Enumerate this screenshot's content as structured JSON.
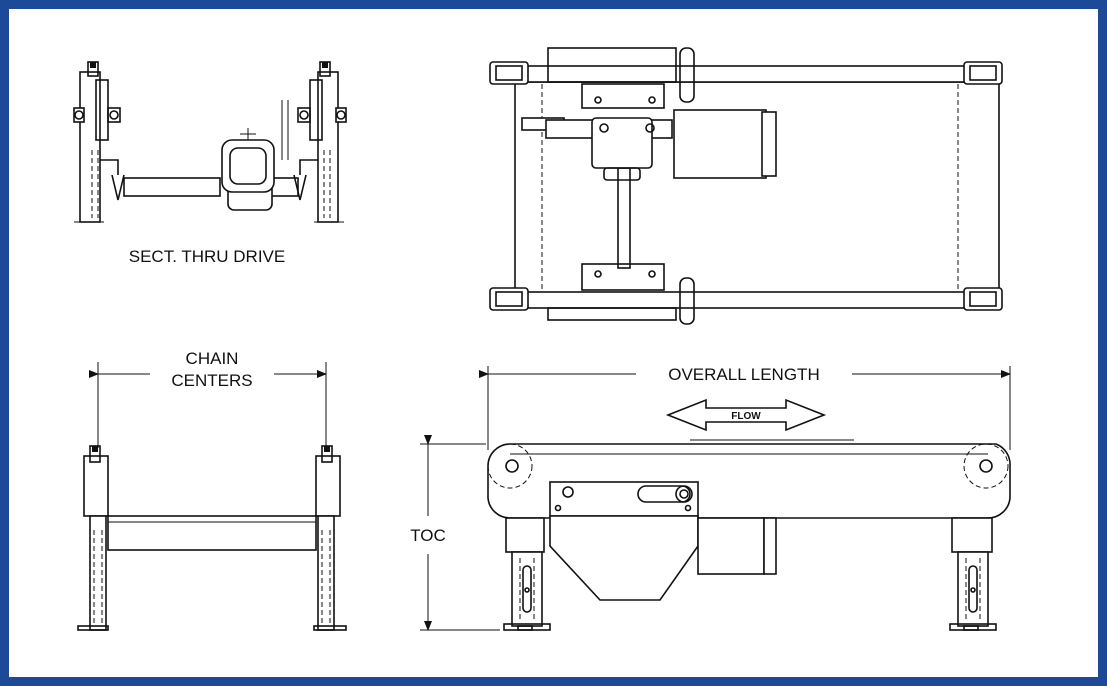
{
  "labels": {
    "section_title": "SECT. THRU DRIVE",
    "chain_centers_line1": "CHAIN",
    "chain_centers_line2": "CENTERS",
    "overall_length": "OVERALL LENGTH",
    "flow": "FLOW",
    "toc": "TOC"
  },
  "colors": {
    "frame_border": "#1d4a98",
    "background": "#ffffff",
    "line": "#111111"
  }
}
